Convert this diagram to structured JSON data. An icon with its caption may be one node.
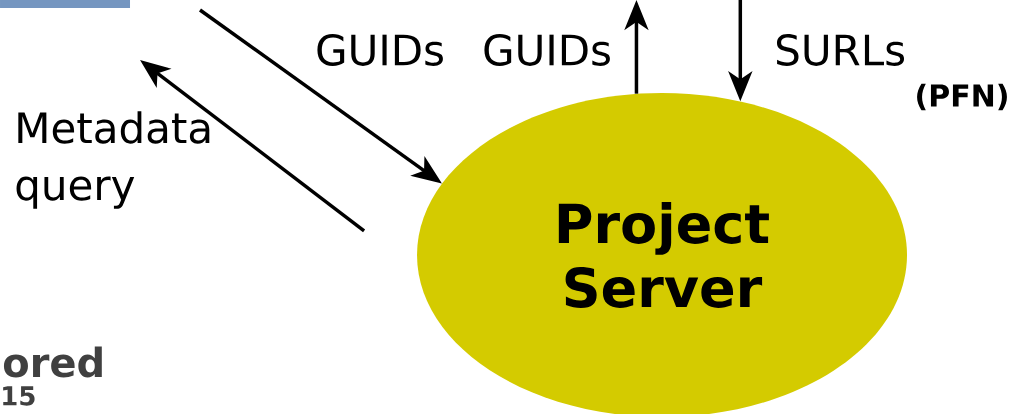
{
  "diagram": {
    "nodes": [
      {
        "text": [],
        "shape": "box"
      },
      {
        "text": [
          "Project Server"
        ]
      }
    ],
    "edges": [
      {
        "from": null,
        "to": 1,
        "arrow": "to",
        "label": "GUIDs"
      },
      {
        "from": 1,
        "to": null,
        "arrow": "to",
        "label": "Metadata query"
      },
      {
        "from": 1,
        "to": null,
        "arrow": "to",
        "label": "GUIDs"
      },
      {
        "from": null,
        "to": 1,
        "arrow": "to",
        "label": "SURLs"
      }
    ],
    "labels": [
      "(PFN)",
      "ored",
      "15"
    ]
  }
}
